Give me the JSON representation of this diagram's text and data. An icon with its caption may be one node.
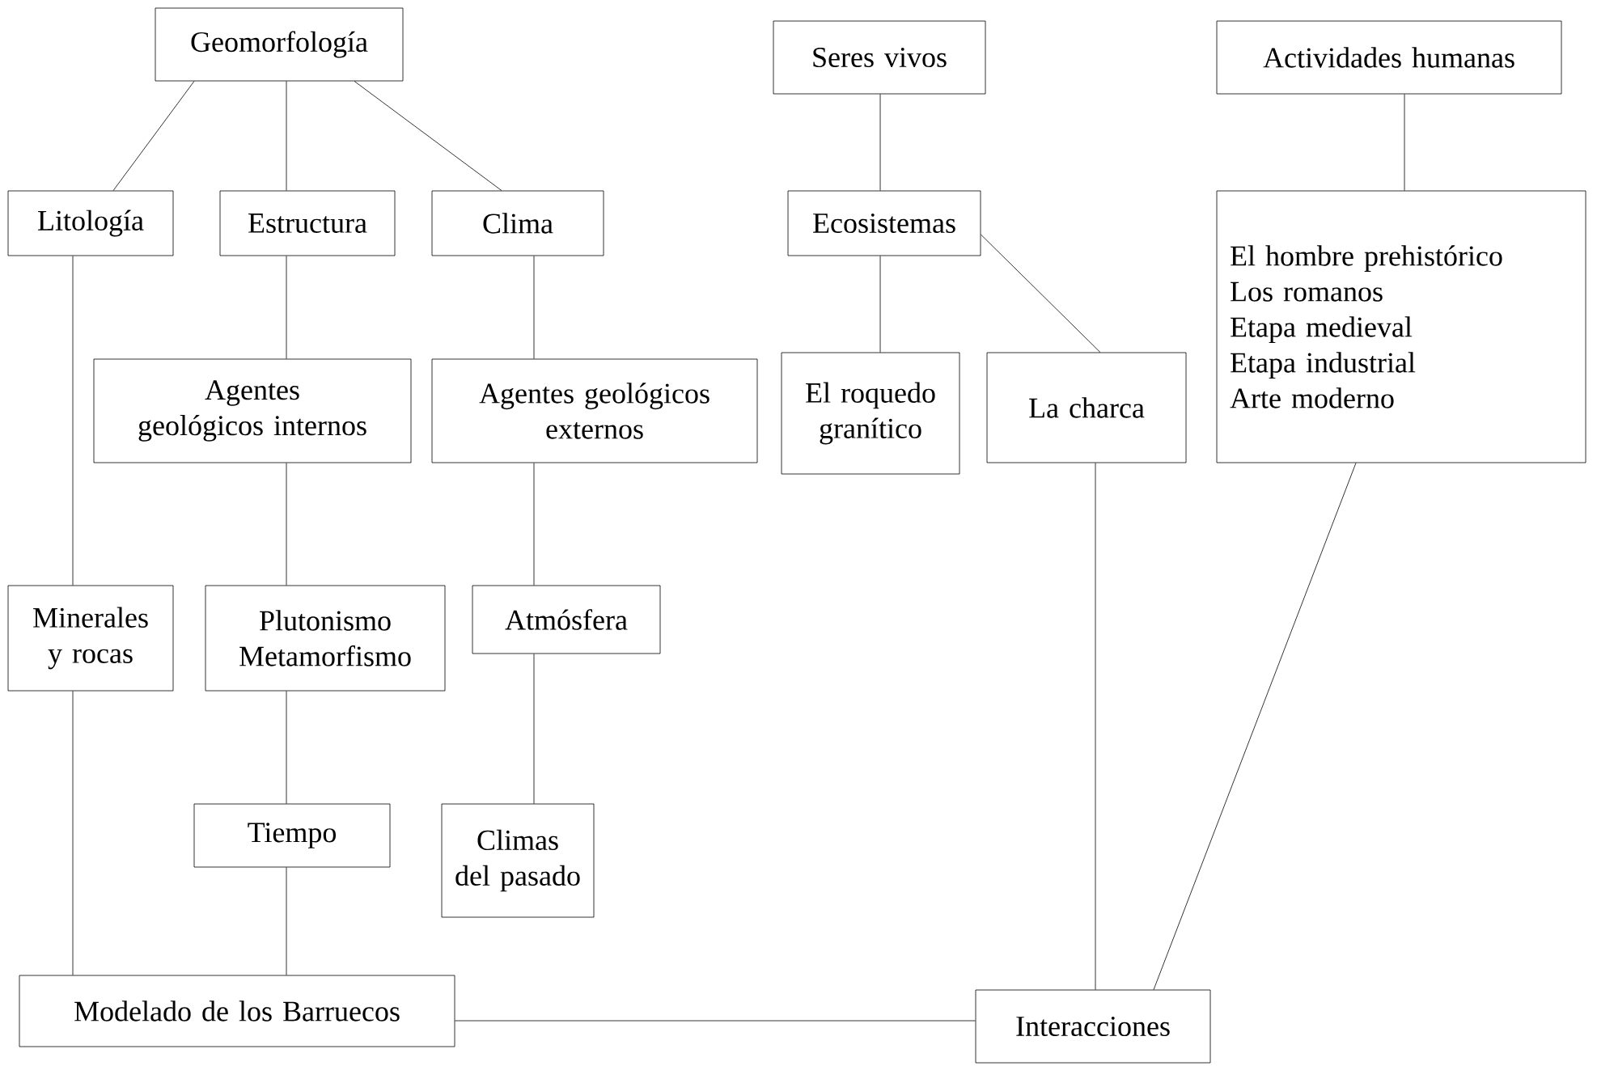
{
  "diagram": {
    "nodes": [
      {
        "text": [
          "Geomorfología"
        ]
      },
      {
        "text": [
          "Litología"
        ]
      },
      {
        "text": [
          "Estructura"
        ]
      },
      {
        "text": [
          "Clima"
        ]
      },
      {
        "text": [
          "Seres vivos"
        ]
      },
      {
        "text": [
          "Ecosistemas"
        ]
      },
      {
        "text": [
          "Actividades humanas"
        ]
      },
      {
        "text": [
          "Agentes geológicos internos"
        ]
      },
      {
        "text": [
          "Agentes geológicos externos"
        ]
      },
      {
        "text": [
          "El roquedo granítico"
        ]
      },
      {
        "text": [
          "La charca"
        ]
      },
      {
        "text": [
          "El hombre prehistórico",
          "Los romanos",
          "Etapa medieval",
          "Etapa industrial",
          "Arte moderno"
        ]
      },
      {
        "text": [
          "Minerales y rocas"
        ]
      },
      {
        "text": [
          "Plutonismo Metamorfismo"
        ]
      },
      {
        "text": [
          "Atmósfera"
        ]
      },
      {
        "text": [
          "Tiempo"
        ]
      },
      {
        "text": [
          "Climas del pasado"
        ]
      },
      {
        "text": [
          "Modelado de los Barruecos"
        ]
      },
      {
        "text": [
          "Interacciones"
        ]
      }
    ],
    "edges": [
      {
        "from": 0,
        "to": 1,
        "arrow": "none"
      },
      {
        "from": 0,
        "to": 2,
        "arrow": "none"
      },
      {
        "from": 0,
        "to": 3,
        "arrow": "none"
      },
      {
        "from": 1,
        "to": 12,
        "arrow": "none"
      },
      {
        "from": 12,
        "to": 17,
        "arrow": "none"
      },
      {
        "from": 2,
        "to": 7,
        "arrow": "none"
      },
      {
        "from": 7,
        "to": 13,
        "arrow": "none"
      },
      {
        "from": 13,
        "to": 15,
        "arrow": "none"
      },
      {
        "from": 15,
        "to": 17,
        "arrow": "none"
      },
      {
        "from": 3,
        "to": 8,
        "arrow": "none"
      },
      {
        "from": 8,
        "to": 14,
        "arrow": "none"
      },
      {
        "from": 14,
        "to": 16,
        "arrow": "none"
      },
      {
        "from": 4,
        "to": 5,
        "arrow": "none"
      },
      {
        "from": 5,
        "to": 9,
        "arrow": "none"
      },
      {
        "from": 5,
        "to": 10,
        "arrow": "none"
      },
      {
        "from": 10,
        "to": 18,
        "arrow": "none"
      },
      {
        "from": 6,
        "to": 11,
        "arrow": "none"
      },
      {
        "from": 11,
        "to": 18,
        "arrow": "none"
      },
      {
        "from": 17,
        "to": 18,
        "arrow": "none"
      }
    ]
  }
}
